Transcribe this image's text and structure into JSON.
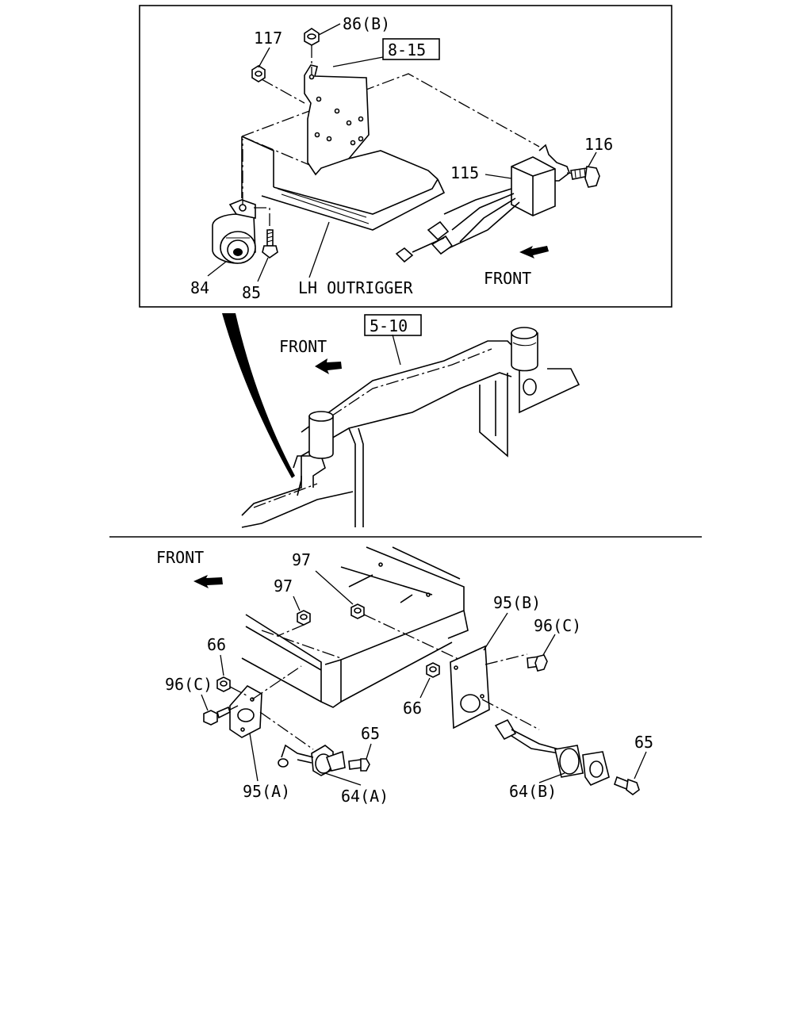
{
  "top_panel": {
    "labels": {
      "p117": "117",
      "p86b": "86(B)",
      "ref_8_15": "8-15",
      "p116": "116",
      "p115": "115",
      "p84": "84",
      "p85": "85",
      "lh_outrigger": "LH OUTRIGGER",
      "front": "FRONT"
    }
  },
  "middle_panel": {
    "labels": {
      "ref_5_10": "5-10",
      "front": "FRONT"
    }
  },
  "bottom_panel": {
    "labels": {
      "front": "FRONT",
      "p97a": "97",
      "p97b": "97",
      "p66a": "66",
      "p96c_left": "96(C)",
      "p95a": "95(A)",
      "p64a": "64(A)",
      "p65a": "65",
      "p95b": "95(B)",
      "p96c_right": "96(C)",
      "p66b": "66",
      "p65b": "65",
      "p64b": "64(B)"
    }
  },
  "colors": {
    "ink": "#000000",
    "paper": "#ffffff"
  }
}
